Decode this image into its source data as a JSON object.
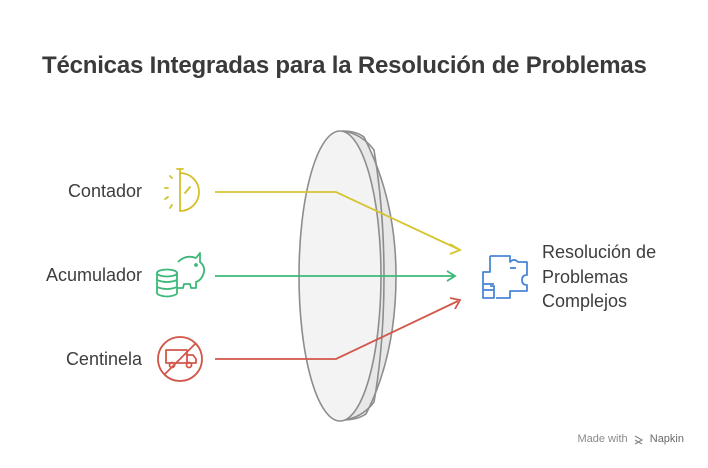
{
  "title": "Técnicas Integradas para la Resolución de Problemas",
  "inputs": [
    {
      "label": "Contador",
      "icon": "stopwatch-icon",
      "color": "#d4c02a"
    },
    {
      "label": "Acumulador",
      "icon": "piggy-bank-coins-icon",
      "color": "#3cb878"
    },
    {
      "label": "Centinela",
      "icon": "no-vehicle-icon",
      "color": "#d2574a"
    }
  ],
  "output": {
    "lines": [
      "Resolución de",
      "Problemas",
      "Complejos"
    ],
    "icon": "puzzle-flowchart-icon",
    "color": "#4a86d6"
  },
  "lens_color": "#f2f2f2",
  "watermark": {
    "prefix": "Made with",
    "brand": "Napkin"
  }
}
